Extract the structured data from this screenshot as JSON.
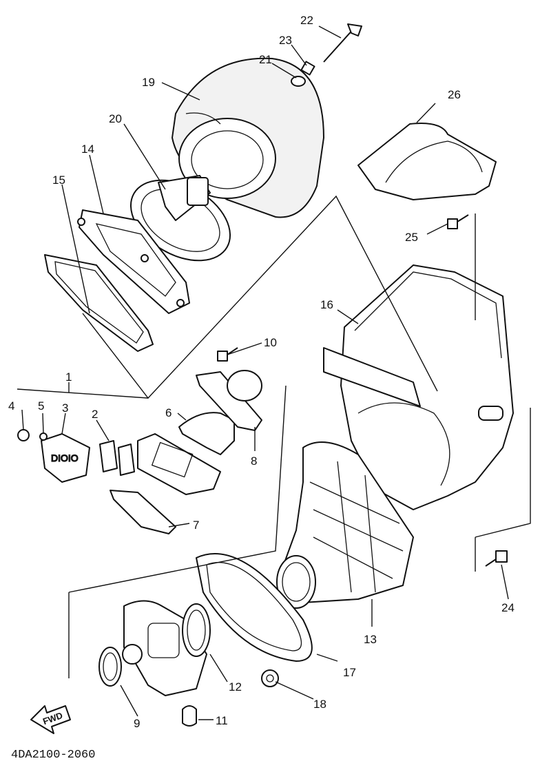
{
  "diagram_id": "4DA2100-2060",
  "fwd_label": "FWD",
  "part_numbers": {
    "p1": "1",
    "p2": "2",
    "p3": "3",
    "p4": "4",
    "p5": "5",
    "p6": "6",
    "p7": "7",
    "p8": "8",
    "p9": "9",
    "p10": "10",
    "p11": "11",
    "p12": "12",
    "p13": "13",
    "p14": "14",
    "p15": "15",
    "p16": "16",
    "p17": "17",
    "p18": "18",
    "p19": "19",
    "p20": "20",
    "p21": "21",
    "p22": "22",
    "p23": "23",
    "p24": "24",
    "p25": "25",
    "p26": "26"
  }
}
